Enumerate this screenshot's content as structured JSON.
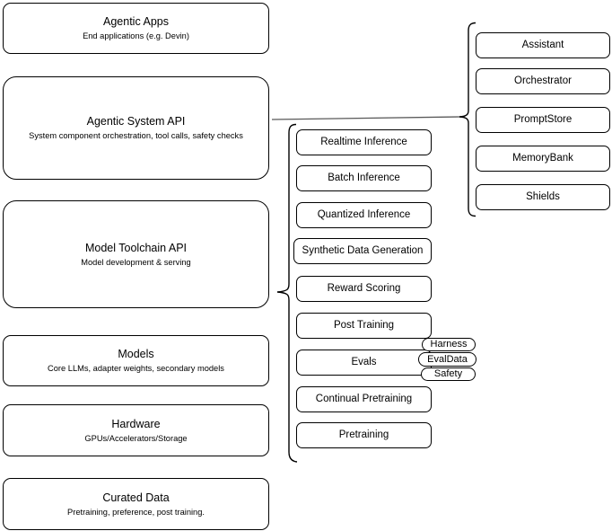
{
  "diagram": {
    "left_stack": [
      {
        "title": "Agentic Apps",
        "subtitle": "End applications (e.g. Devin)"
      },
      {
        "title": "Agentic System API",
        "subtitle": "System component orchestration, tool calls, safety checks"
      },
      {
        "title": "Model Toolchain API",
        "subtitle": "Model development & serving"
      },
      {
        "title": "Models",
        "subtitle": "Core LLMs, adapter weights, secondary models"
      },
      {
        "title": "Hardware",
        "subtitle": "GPUs/Accelerators/Storage"
      },
      {
        "title": "Curated Data",
        "subtitle": "Pretraining, preference, post training."
      }
    ],
    "toolchain_group": {
      "items": [
        "Realtime Inference",
        "Batch Inference",
        "Quantized Inference",
        "Synthetic Data Generation",
        "Reward Scoring",
        "Post Training",
        "Evals",
        "Continual Pretraining",
        "Pretraining"
      ]
    },
    "evals_tags": [
      "Harness",
      "EvalData",
      "Safety"
    ],
    "system_group": {
      "items": [
        "Assistant",
        "Orchestrator",
        "PromptStore",
        "MemoryBank",
        "Shields"
      ]
    },
    "colors": {
      "stroke": "#000000",
      "connector": "#595959",
      "fill": "#ffffff",
      "text": "#000000"
    }
  }
}
